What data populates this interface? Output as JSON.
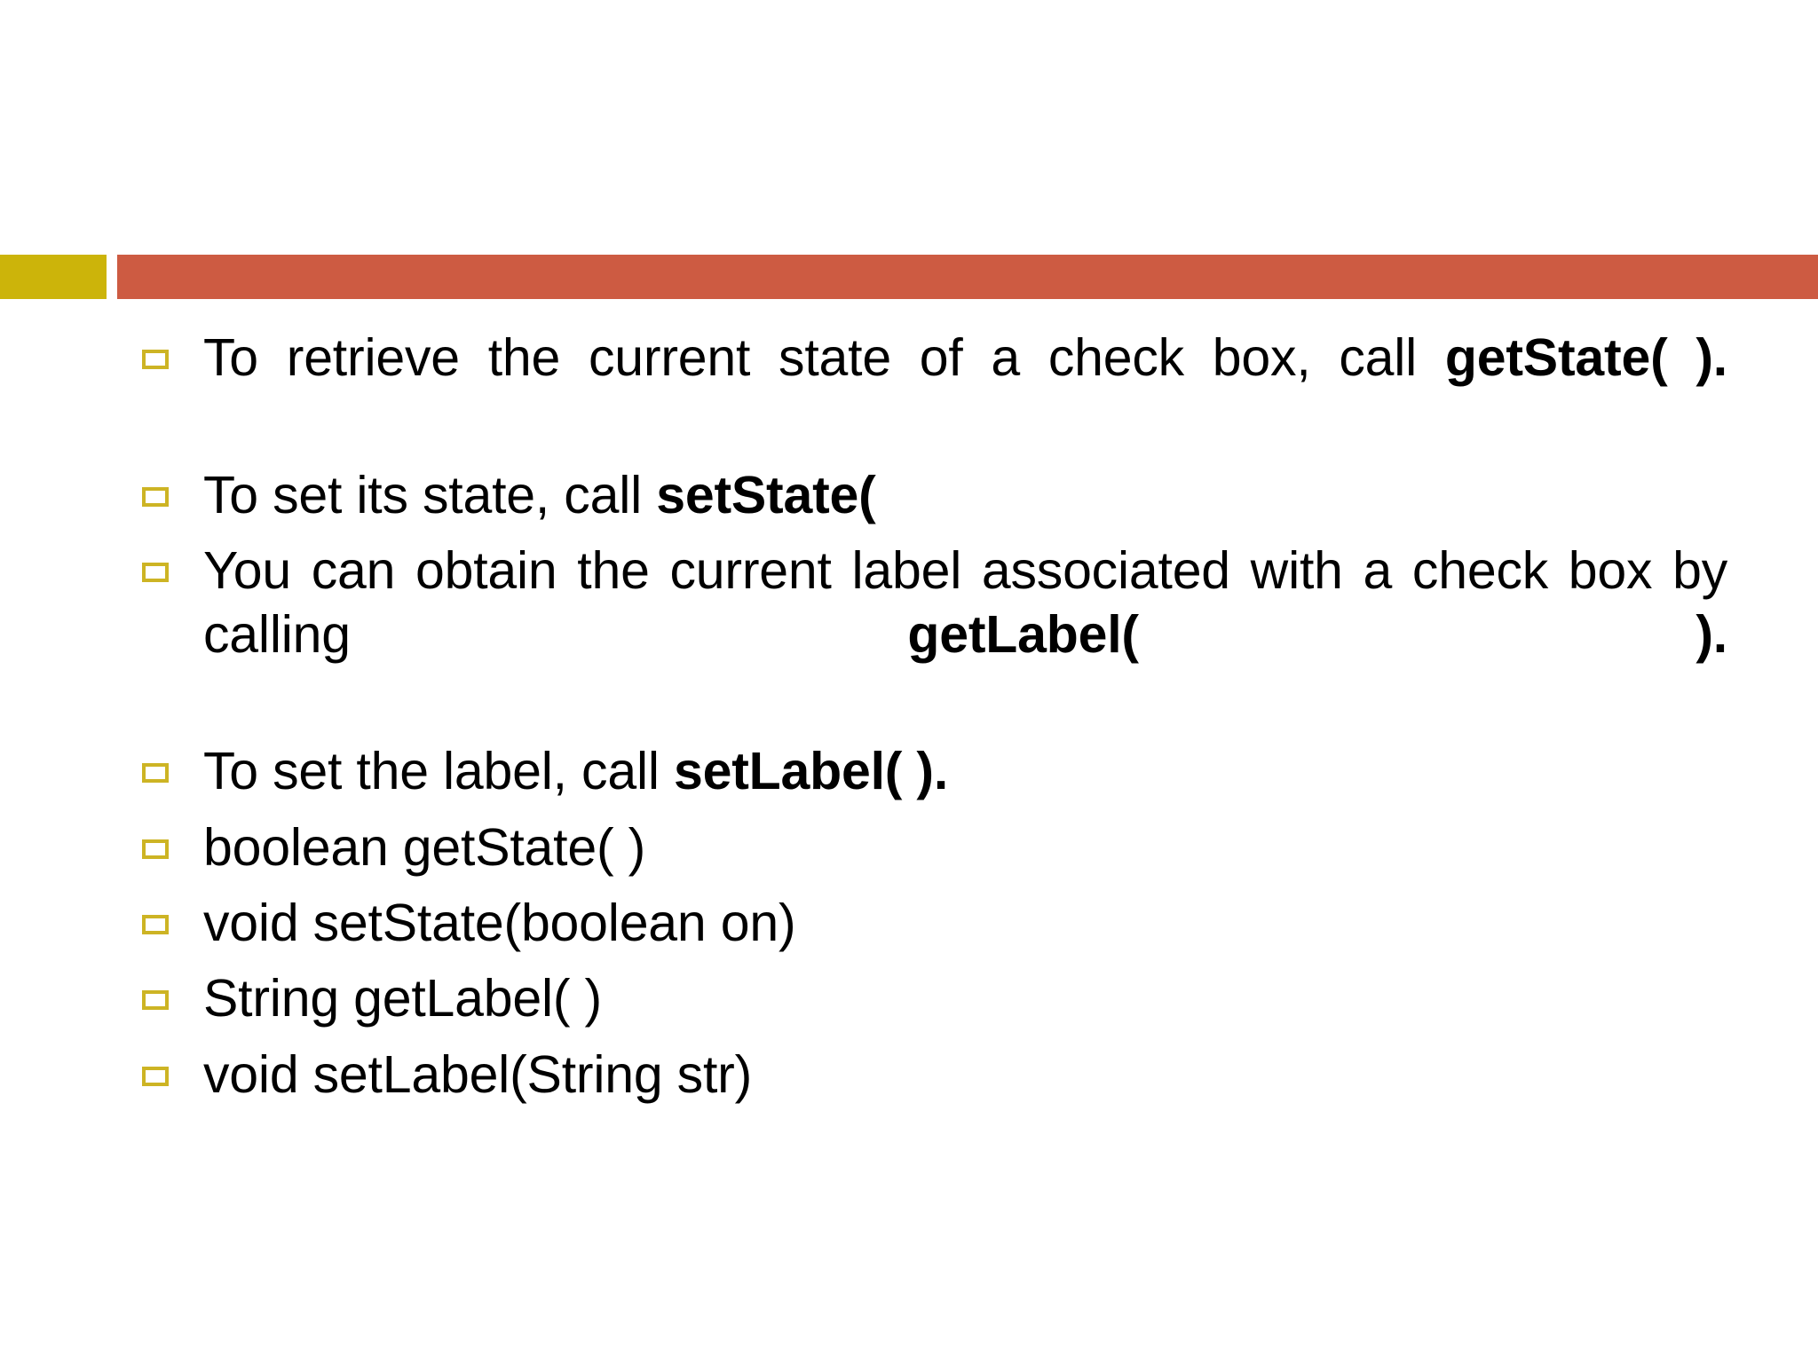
{
  "slide": {
    "background_color": "#FFFFFF",
    "accent_gold": "#CCB40A",
    "accent_orange": "#CD5B42",
    "bullet_marker_color": "#CDB424",
    "text_color": "#000000"
  },
  "bullets": [
    {
      "id": "get-state-intro",
      "plain": "To retrieve the current state of a check box, call getState( ).",
      "segments": [
        {
          "text": "To retrieve the current state of a check box, call ",
          "bold": false
        },
        {
          "text": "getState( ).",
          "bold": true
        }
      ]
    },
    {
      "id": "set-state-intro",
      "plain": "To set its state, call setState(",
      "segments": [
        {
          "text": "To set its state, call ",
          "bold": false
        },
        {
          "text": "setState(",
          "bold": true
        }
      ]
    },
    {
      "id": "get-label-intro",
      "plain": "You can obtain the current label associated with a check box by calling getLabel( ).",
      "segments": [
        {
          "text": "You can obtain the current label associated with a check box by calling ",
          "bold": false
        },
        {
          "text": "getLabel( ).",
          "bold": true
        }
      ]
    },
    {
      "id": "set-label-intro",
      "plain": "To set the label, call setLabel( ).",
      "segments": [
        {
          "text": "To set the label, call ",
          "bold": false
        },
        {
          "text": "setLabel( ).",
          "bold": true
        }
      ]
    },
    {
      "id": "sig-get-state",
      "plain": "boolean getState( )",
      "segments": [
        {
          "text": "boolean getState( )",
          "bold": false
        }
      ]
    },
    {
      "id": "sig-set-state",
      "plain": "void setState(boolean on)",
      "segments": [
        {
          "text": "void setState(boolean on)",
          "bold": false
        }
      ]
    },
    {
      "id": "sig-get-label",
      "plain": "String getLabel( )",
      "segments": [
        {
          "text": "String getLabel( )",
          "bold": false
        }
      ]
    },
    {
      "id": "sig-set-label",
      "plain": "void setLabel(String str)",
      "segments": [
        {
          "text": "void setLabel(String str)",
          "bold": false
        }
      ]
    }
  ]
}
